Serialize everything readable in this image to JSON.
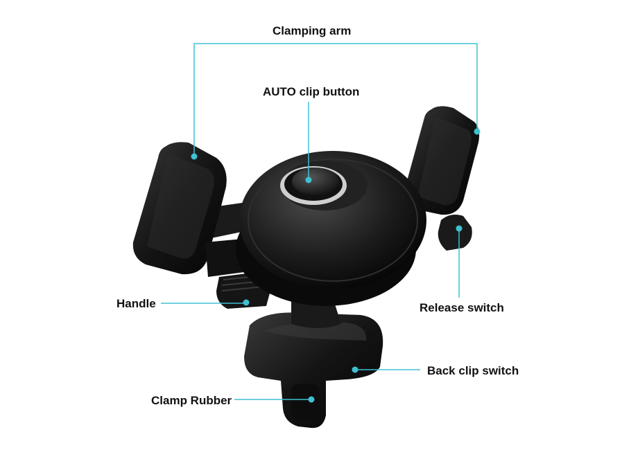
{
  "labels": {
    "clamping_arm": "Clamping arm",
    "auto_clip_button": "AUTO clip button",
    "handle": "Handle",
    "release_switch": "Release switch",
    "back_clip_switch": "Back clip switch",
    "clamp_rubber": "Clamp Rubber"
  },
  "colors": {
    "callout_line": "#3ec1d3",
    "body": "#141414",
    "highlight": "#3a3a3a"
  }
}
